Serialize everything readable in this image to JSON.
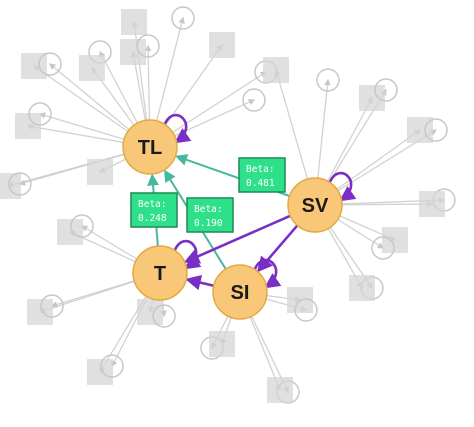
{
  "colors": {
    "node_fill": "#f8c878",
    "node_stroke": "#e3a944",
    "edge_purple": "#7a2fc4",
    "edge_teal": "#45b89e",
    "label_fill": "#2ee08a",
    "label_stroke": "#1f8a55",
    "ghost": "#c7c7c7"
  },
  "nodes": [
    {
      "id": "TL",
      "label": "TL"
    },
    {
      "id": "SV",
      "label": "SV"
    },
    {
      "id": "T",
      "label": "T"
    },
    {
      "id": "SI",
      "label": "SI"
    }
  ],
  "edges": [
    {
      "from": "SV",
      "to": "TL",
      "color": "teal",
      "beta": "Beta:\n0.481"
    },
    {
      "from": "T",
      "to": "TL",
      "color": "teal",
      "beta": "Beta:\n0.248"
    },
    {
      "from": "SI",
      "to": "TL",
      "color": "teal",
      "beta": "Beta:\n0.190"
    },
    {
      "from": "SV",
      "to": "T",
      "color": "purple",
      "beta": ""
    },
    {
      "from": "SV",
      "to": "SI",
      "color": "purple",
      "beta": ""
    },
    {
      "from": "SI",
      "to": "T",
      "color": "purple",
      "beta": ""
    }
  ],
  "self_loops": [
    "TL",
    "SV",
    "T",
    "SI"
  ],
  "beta_labels": [
    {
      "line1": "Beta:",
      "line2": "0.481"
    },
    {
      "line1": "Beta:",
      "line2": "0.248"
    },
    {
      "line1": "Beta:",
      "line2": "0.190"
    }
  ]
}
